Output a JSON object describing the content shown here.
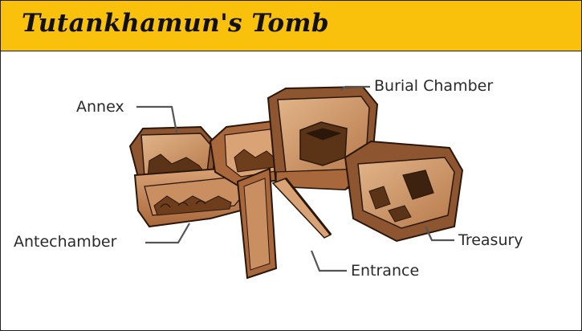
{
  "header": {
    "title": "Tutankhamun's Tomb",
    "background_color": "#f9c10c"
  },
  "diagram": {
    "labels": {
      "annex": "Annex",
      "burial_chamber": "Burial Chamber",
      "antechamber": "Antechamber",
      "treasury": "Treasury",
      "entrance": "Entrance"
    },
    "colors": {
      "stone_light": "#c98f60",
      "stone_mid": "#a9683c",
      "stone_dark": "#6e3d1c",
      "outline": "#2b170a",
      "leader_line": "#555555"
    }
  }
}
